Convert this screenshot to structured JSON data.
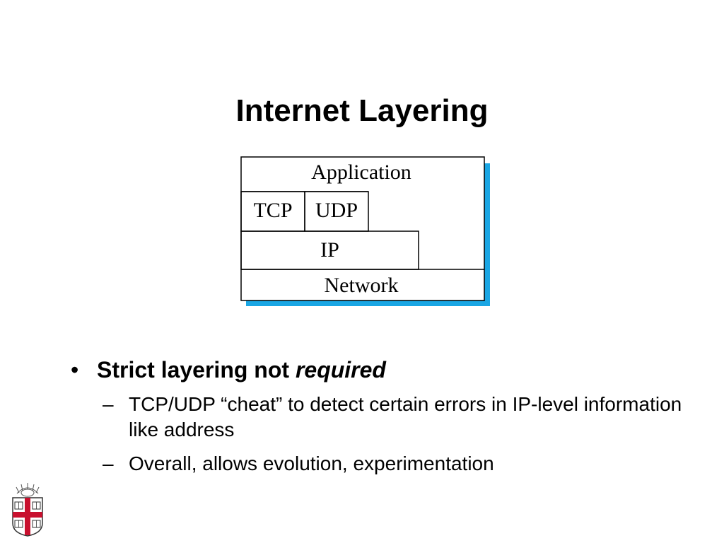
{
  "slide": {
    "title": "Internet Layering"
  },
  "diagram": {
    "layers": {
      "application": "Application",
      "tcp": "TCP",
      "udp": "UDP",
      "ip": "IP",
      "network": "Network"
    },
    "colors": {
      "shadow": "#1aa6e4",
      "box_fill": "#ffffff",
      "stroke": "#000000"
    }
  },
  "bullets": {
    "main_prefix": "Strict layering not ",
    "main_emphasis": "required",
    "subitems": [
      "TCP/UDP “cheat” to detect certain errors in IP-level information like address",
      "Overall, allows evolution, experimentation"
    ]
  },
  "logo": {
    "icon": "university-shield-icon",
    "colors": {
      "cross": "#c8102e",
      "outline": "#333333"
    }
  }
}
